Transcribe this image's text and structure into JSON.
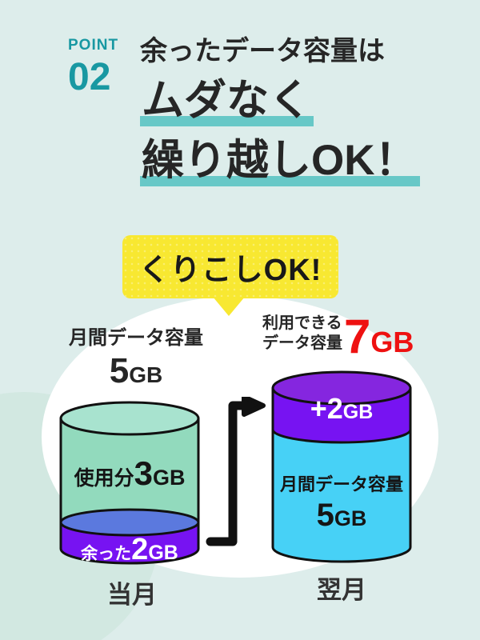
{
  "header": {
    "point_label": "POINT",
    "point_number": "02",
    "title_line1": "余ったデータ容量は",
    "title_line2": "ムダなく",
    "title_line3": "繰り越しOK！"
  },
  "bubble": {
    "label": "くりこしOK!"
  },
  "current_month": {
    "caption_title": "月間データ容量",
    "caption_value": "5",
    "caption_unit": "GB",
    "used_prefix": "使用分",
    "used_value": "3",
    "used_unit": "GB",
    "carryover_prefix": "余った",
    "carryover_value": "2",
    "carryover_unit": "GB",
    "axis_label": "当月"
  },
  "next_month": {
    "caption_line1": "利用できる",
    "caption_line2": "データ容量",
    "caption_value": "7",
    "caption_unit": "GB",
    "bonus_value": "+2",
    "bonus_unit": "GB",
    "base_title": "月間データ容量",
    "base_value": "5",
    "base_unit": "GB",
    "axis_label": "翌月"
  },
  "colors": {
    "background": "#ddedeb",
    "teal_accent": "#1898a2",
    "teal_underline": "#67c8c7",
    "bubble_yellow": "#f8e831",
    "value_red": "#ee1111",
    "cylinder_green": "#92dabd",
    "cylinder_green_top": "#a8e3cf",
    "carryover_blue": "#5b79de",
    "carryover_purple": "#7713f2",
    "purple_top": "#8526df",
    "next_month_cyan": "#47d1f6",
    "outline_ink": "#111111"
  }
}
